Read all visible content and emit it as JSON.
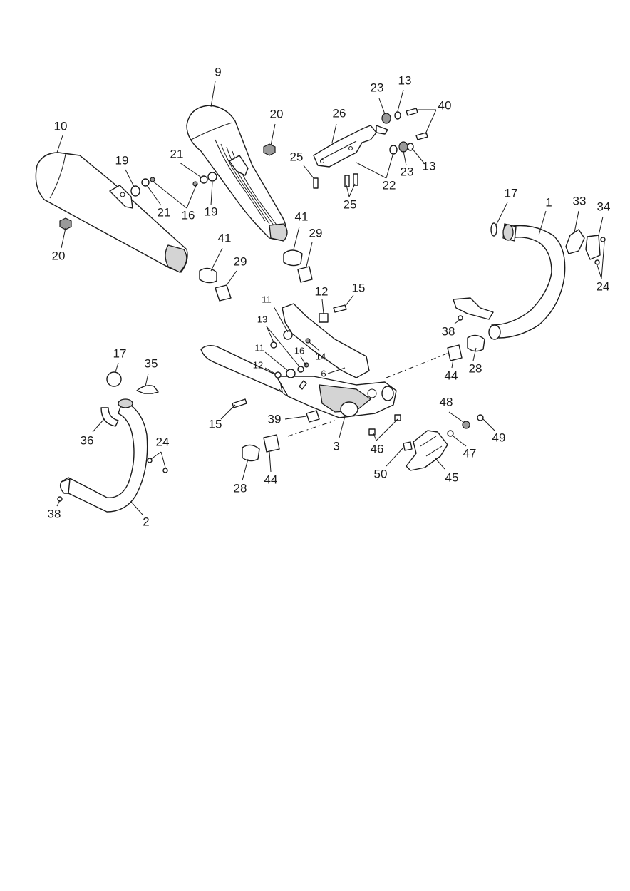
{
  "callouts": [
    {
      "id": "c-1",
      "label": "1"
    },
    {
      "id": "c-2",
      "label": "2"
    },
    {
      "id": "c-3",
      "label": "3"
    },
    {
      "id": "c-6",
      "label": "6"
    },
    {
      "id": "c-9",
      "label": "9"
    },
    {
      "id": "c-10",
      "label": "10"
    },
    {
      "id": "c-11a",
      "label": "11"
    },
    {
      "id": "c-11b",
      "label": "11"
    },
    {
      "id": "c-12a",
      "label": "12"
    },
    {
      "id": "c-12b",
      "label": "12"
    },
    {
      "id": "c-13a",
      "label": "13"
    },
    {
      "id": "c-13b",
      "label": "13"
    },
    {
      "id": "c-13c",
      "label": "13"
    },
    {
      "id": "c-14",
      "label": "14"
    },
    {
      "id": "c-15a",
      "label": "15"
    },
    {
      "id": "c-15b",
      "label": "15"
    },
    {
      "id": "c-16a",
      "label": "16"
    },
    {
      "id": "c-16b",
      "label": "16"
    },
    {
      "id": "c-17a",
      "label": "17"
    },
    {
      "id": "c-17b",
      "label": "17"
    },
    {
      "id": "c-19a",
      "label": "19"
    },
    {
      "id": "c-19b",
      "label": "19"
    },
    {
      "id": "c-20a",
      "label": "20"
    },
    {
      "id": "c-20b",
      "label": "20"
    },
    {
      "id": "c-21a",
      "label": "21"
    },
    {
      "id": "c-21b",
      "label": "21"
    },
    {
      "id": "c-22",
      "label": "22"
    },
    {
      "id": "c-23a",
      "label": "23"
    },
    {
      "id": "c-23b",
      "label": "23"
    },
    {
      "id": "c-24a",
      "label": "24"
    },
    {
      "id": "c-24b",
      "label": "24"
    },
    {
      "id": "c-25a",
      "label": "25"
    },
    {
      "id": "c-25b",
      "label": "25"
    },
    {
      "id": "c-26",
      "label": "26"
    },
    {
      "id": "c-28a",
      "label": "28"
    },
    {
      "id": "c-28b",
      "label": "28"
    },
    {
      "id": "c-29a",
      "label": "29"
    },
    {
      "id": "c-29b",
      "label": "29"
    },
    {
      "id": "c-33",
      "label": "33"
    },
    {
      "id": "c-34",
      "label": "34"
    },
    {
      "id": "c-35",
      "label": "35"
    },
    {
      "id": "c-36",
      "label": "36"
    },
    {
      "id": "c-38a",
      "label": "38"
    },
    {
      "id": "c-38b",
      "label": "38"
    },
    {
      "id": "c-39",
      "label": "39"
    },
    {
      "id": "c-40",
      "label": "40"
    },
    {
      "id": "c-41a",
      "label": "41"
    },
    {
      "id": "c-41b",
      "label": "41"
    },
    {
      "id": "c-44a",
      "label": "44"
    },
    {
      "id": "c-44b",
      "label": "44"
    },
    {
      "id": "c-45",
      "label": "45"
    },
    {
      "id": "c-46",
      "label": "46"
    },
    {
      "id": "c-47",
      "label": "47"
    },
    {
      "id": "c-48",
      "label": "48"
    },
    {
      "id": "c-49",
      "label": "49"
    },
    {
      "id": "c-50",
      "label": "50"
    }
  ]
}
